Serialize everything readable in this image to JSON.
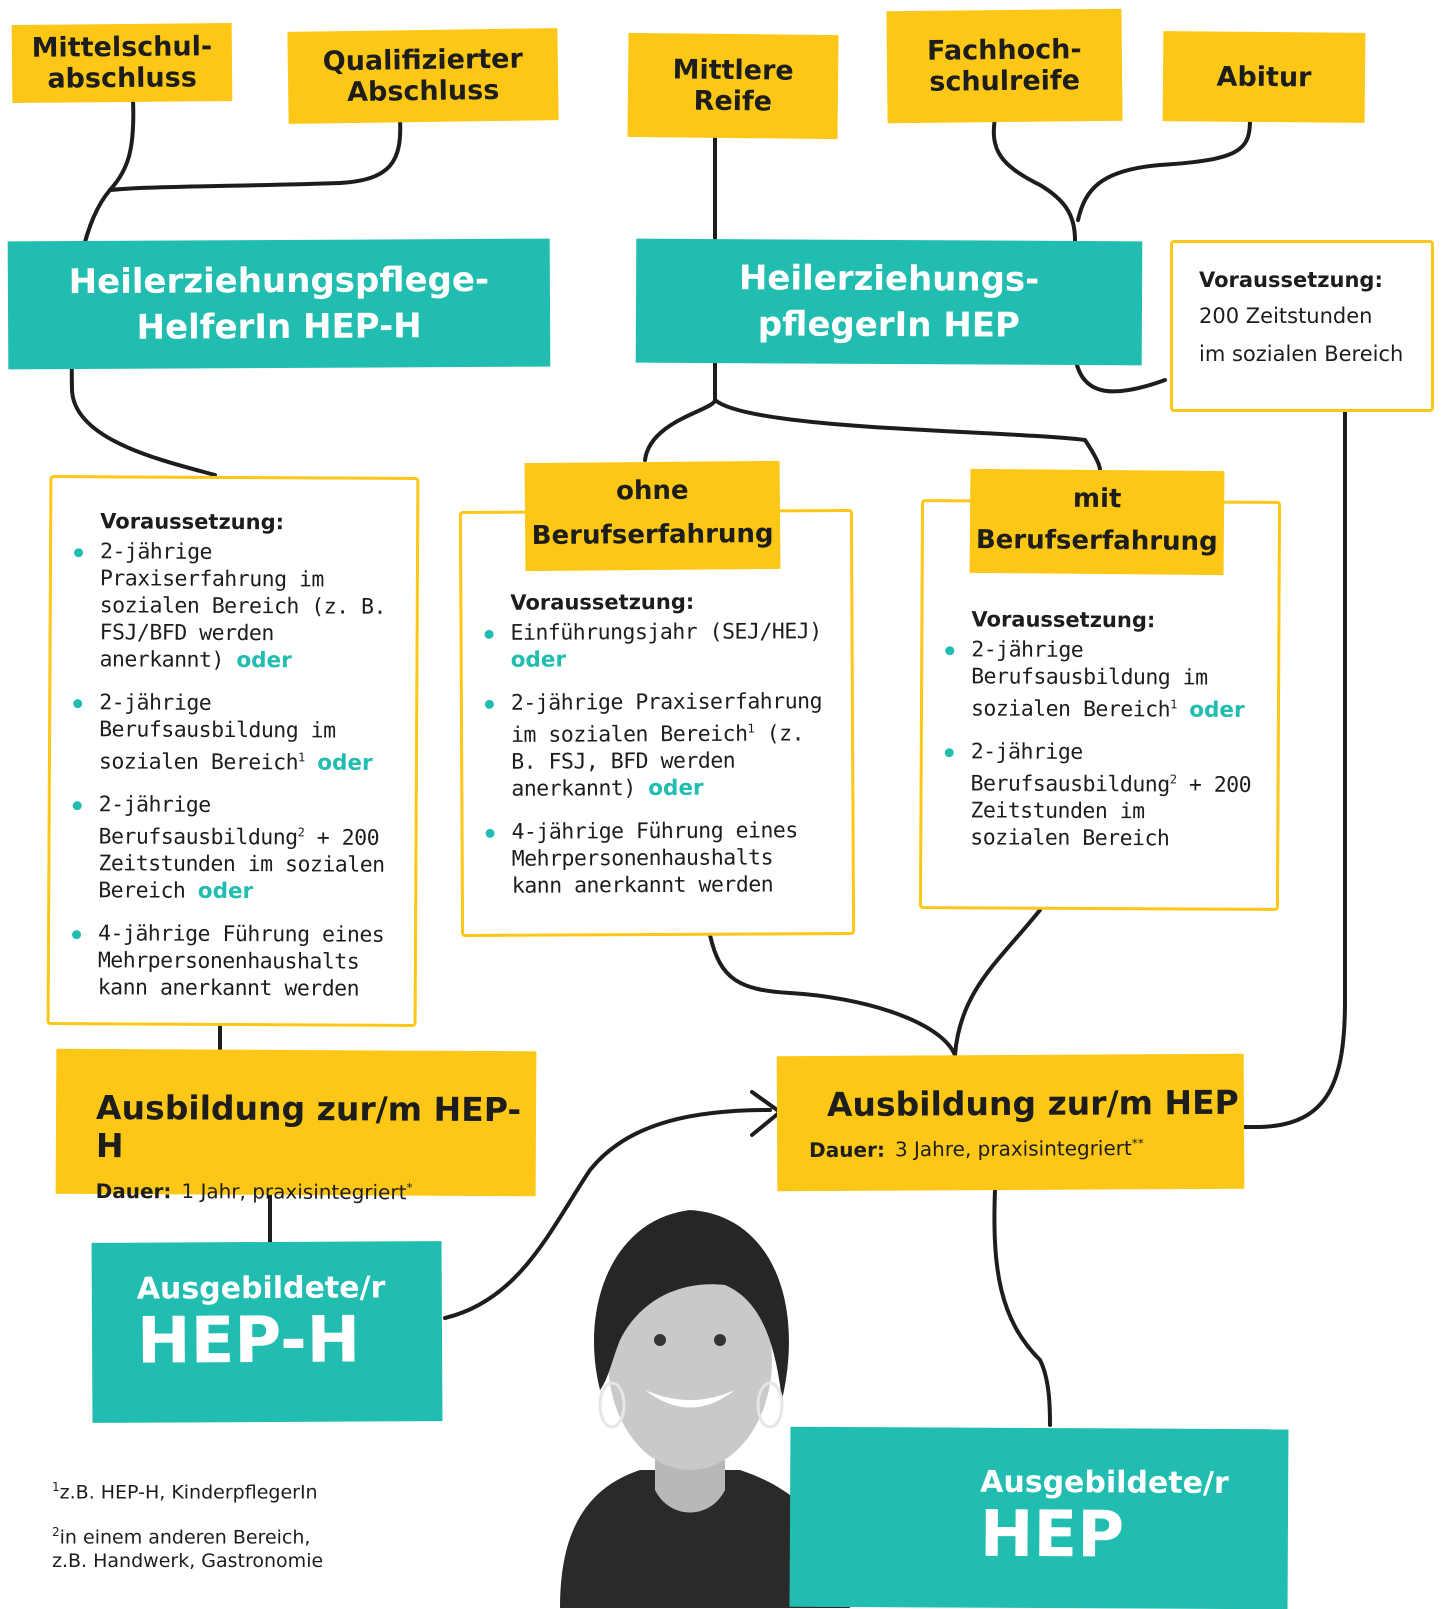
{
  "colors": {
    "yellow": "#fcc716",
    "teal": "#21bdb0",
    "ink": "#1d1d1b"
  },
  "qualifications": {
    "mittelschul": "Mittelschul-\nabschluss",
    "qualifiziert": "Qualifizierter\nAbschluss",
    "mittlere_reife": "Mittlere\nReife",
    "fachhochschulreife": "Fachhoch-\nschulreife",
    "abitur": "Abitur"
  },
  "banners": {
    "hep_h": "Heilerziehungspflege-\nHelferIn HEP-H",
    "hep": "Heilerziehungs-\npflegerIn HEP"
  },
  "abitur_box": {
    "title": "Voraussetzung:",
    "text": "200 Zeitstunden im sozialen Bereich"
  },
  "hep_h_requirements": {
    "title": "Voraussetzung:",
    "items": [
      {
        "text": "2-jährige Praxiserfahrung im sozialen Bereich (z. B. FSJ/BFD werden anerkannt)",
        "sup": "",
        "connector": "oder"
      },
      {
        "text": "2-jährige Berufsausbildung im sozialen Bereich",
        "sup": "1",
        "connector": "oder"
      },
      {
        "text": "2-jährige Berufsausbildung",
        "sup": "2",
        "text2": " + 200 Zeitstunden im sozialen Bereich",
        "connector": "oder"
      },
      {
        "text": "4-jährige Führung eines Mehrpersonenhaushalts kann anerkannt werden",
        "sup": "",
        "connector": ""
      }
    ]
  },
  "ohne": {
    "label_top": "ohne",
    "label_bottom": "Berufserfahrung",
    "title": "Voraussetzung:",
    "items": [
      {
        "text": "Einführungsjahr (SEJ/HEJ)",
        "sup": "",
        "connector": "oder"
      },
      {
        "text": "2-jährige Praxiserfahrung im sozialen Bereich",
        "sup": "1",
        "text2": " (z. B. FSJ, BFD werden anerkannt)",
        "connector": "oder"
      },
      {
        "text": "4-jährige Führung eines Mehrpersonenhaushalts kann anerkannt werden",
        "sup": "",
        "connector": ""
      }
    ]
  },
  "mit": {
    "label_top": "mit",
    "label_bottom": "Berufserfahrung",
    "title": "Voraussetzung:",
    "items": [
      {
        "text": "2-jährige Berufsausbildung im sozialen Bereich",
        "sup": "1",
        "connector": "oder"
      },
      {
        "text": "2-jährige Berufsausbildung",
        "sup": "2",
        "text2": " + 200 Zeitstunden im sozialen Bereich",
        "connector": ""
      }
    ]
  },
  "training_hep_h": {
    "title": "Ausbildung zur/m HEP-H",
    "duration_label": "Dauer:",
    "duration": "1 Jahr, praxisintegriert",
    "mark": "*"
  },
  "training_hep": {
    "title": "Ausbildung zur/m HEP",
    "duration_label": "Dauer:",
    "duration": "3 Jahre, praxisintegriert",
    "mark": "**"
  },
  "result_hep_h": {
    "small": "Ausgebildete/r",
    "big": "HEP-H"
  },
  "result_hep": {
    "small": "Ausgebildete/r",
    "big": "HEP"
  },
  "footnotes": [
    {
      "num": "1",
      "text": "z.B. HEP-H, KinderpflegerIn"
    },
    {
      "num": "2",
      "text": "in einem anderen Bereich,\nz.B. Handwerk, Gastronomie"
    }
  ]
}
